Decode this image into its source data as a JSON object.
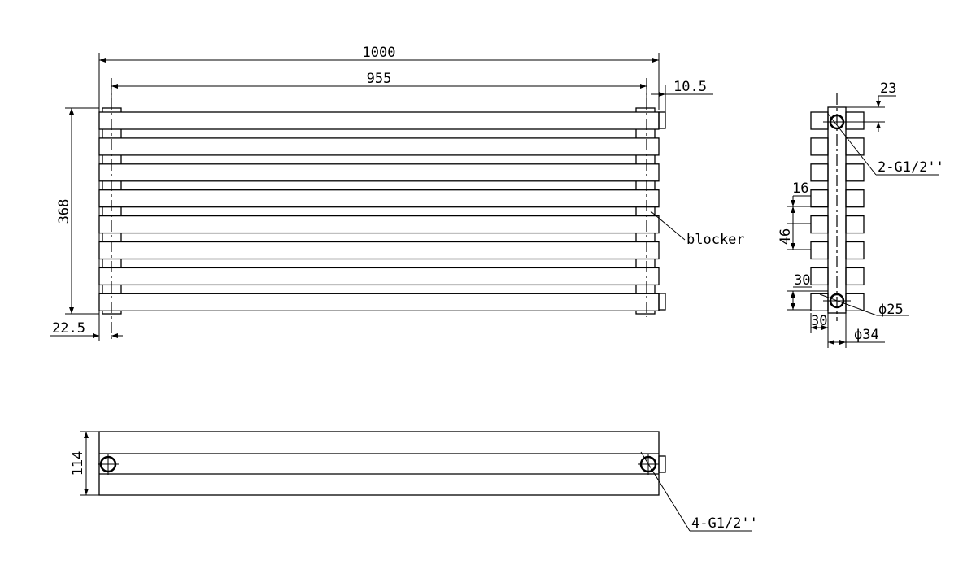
{
  "drawing": {
    "dimensions": {
      "overall_width": "1000",
      "center_width": "955",
      "offset_right": "10.5",
      "height": "368",
      "offset_left": "22.5",
      "depth": "114",
      "top_offset": "23",
      "fin_width": "16",
      "pitch": "46",
      "bottom_offset": "30",
      "side_offset": "30",
      "pipe_dia": "ϕ25",
      "column_dia": "ϕ34"
    },
    "labels": {
      "blocker": "blocker",
      "inlet_side": "2-G1/2''",
      "inlet_bottom": "4-G1/2''"
    },
    "tube_count": 8
  }
}
